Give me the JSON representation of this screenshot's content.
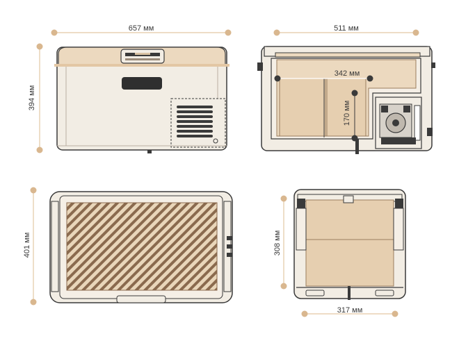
{
  "colors": {
    "outline": "#3a3a3a",
    "body_fill": "#f2ede4",
    "lid_fill": "#ecd9bf",
    "interior_fill": "#e6cfb0",
    "dim_line": "#e3c7a4",
    "dim_dot": "#d9b78f",
    "hatch": "#8a6a4e"
  },
  "views": {
    "front": {
      "width_label": "657 мм",
      "height_label": "394 мм"
    },
    "section": {
      "width_label": "511 мм",
      "inner_width_label": "342 мм",
      "inner_height_label": "170 мм"
    },
    "top": {
      "depth_label": "401 мм"
    },
    "side": {
      "height_label": "308 мм",
      "width_label": "317 мм"
    }
  }
}
